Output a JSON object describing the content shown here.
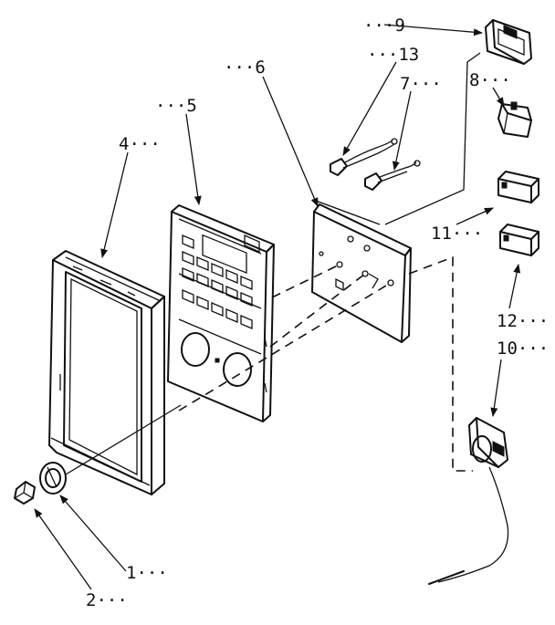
{
  "callouts": {
    "c1": "1",
    "c2": "2",
    "c4": "4",
    "c5": "5",
    "c6": "6",
    "c7": "7",
    "c8": "8",
    "c9": "9",
    "c10": "10",
    "c11": "11",
    "c12": "12",
    "c13": "13"
  }
}
